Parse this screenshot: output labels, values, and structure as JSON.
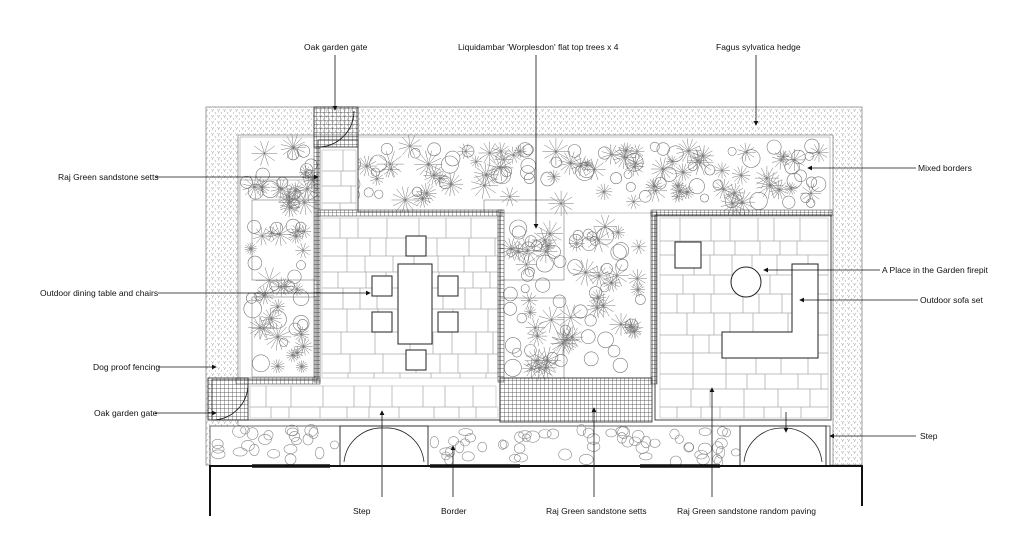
{
  "labels": {
    "oak_gate_top": "Oak garden gate",
    "liquidambar": "Liquidambar 'Worplesdon' flat top trees x 4",
    "fagus_hedge": "Fagus sylvatica hedge",
    "mixed_borders": "Mixed borders",
    "raj_setts_left": "Raj Green sandstone setts",
    "firepit": "A Place in the Garden firepit",
    "dining_set": "Outdoor dining table and chairs",
    "sofa_set": "Outdoor sofa set",
    "dog_fencing": "Dog proof fencing",
    "oak_gate_bottom": "Oak garden gate",
    "step_right": "Step",
    "step_bottom": "Step",
    "border": "Border",
    "raj_setts_bottom": "Raj Green sandstone setts",
    "random_paving": "Raj Green sandstone random paving"
  },
  "colors": {
    "line": "#222222",
    "plant": "#777777",
    "paving": "#9a9a9a"
  }
}
